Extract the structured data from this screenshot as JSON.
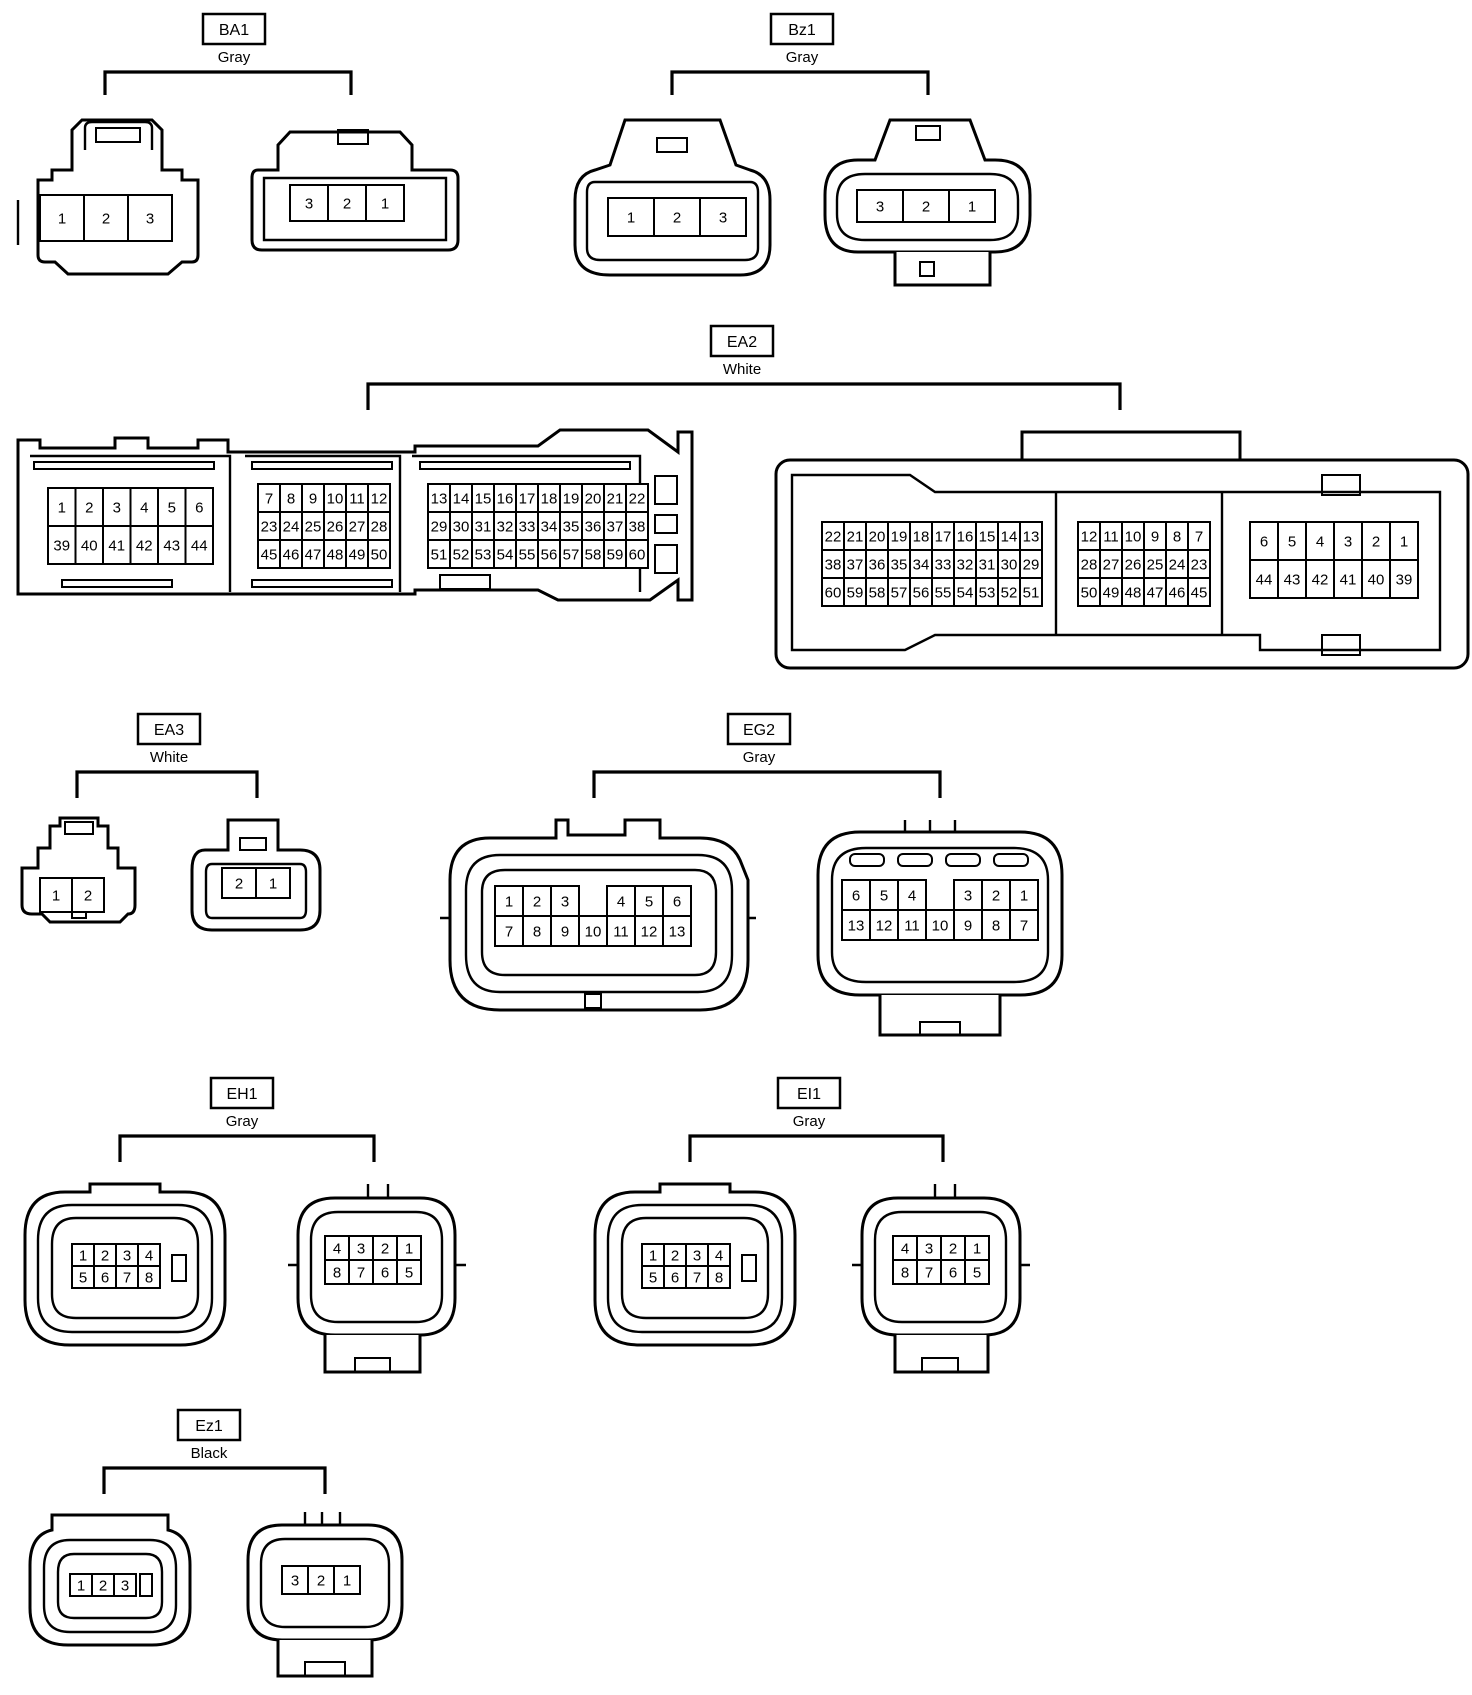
{
  "connectors": {
    "BA1": {
      "id": "BA1",
      "color": "Gray",
      "left": [
        [
          "1",
          "2",
          "3"
        ]
      ],
      "right": [
        [
          "3",
          "2",
          "1"
        ]
      ]
    },
    "Bz1": {
      "id": "Bz1",
      "color": "Gray",
      "left": [
        [
          "1",
          "2",
          "3"
        ]
      ],
      "right": [
        [
          "3",
          "2",
          "1"
        ]
      ]
    },
    "EA2": {
      "id": "EA2",
      "color": "White",
      "left_a": [
        [
          "1",
          "2",
          "3",
          "4",
          "5",
          "6"
        ],
        [
          "39",
          "40",
          "41",
          "42",
          "43",
          "44"
        ]
      ],
      "left_b": [
        [
          "7",
          "8",
          "9",
          "10",
          "11",
          "12"
        ],
        [
          "23",
          "24",
          "25",
          "26",
          "27",
          "28"
        ],
        [
          "45",
          "46",
          "47",
          "48",
          "49",
          "50"
        ]
      ],
      "left_c": [
        [
          "13",
          "14",
          "15",
          "16",
          "17",
          "18",
          "19",
          "20",
          "21",
          "22"
        ],
        [
          "29",
          "30",
          "31",
          "32",
          "33",
          "34",
          "35",
          "36",
          "37",
          "38"
        ],
        [
          "51",
          "52",
          "53",
          "54",
          "55",
          "56",
          "57",
          "58",
          "59",
          "60"
        ]
      ],
      "right_a": [
        [
          "22",
          "21",
          "20",
          "19",
          "18",
          "17",
          "16",
          "15",
          "14",
          "13"
        ],
        [
          "38",
          "37",
          "36",
          "35",
          "34",
          "33",
          "32",
          "31",
          "30",
          "29"
        ],
        [
          "60",
          "59",
          "58",
          "57",
          "56",
          "55",
          "54",
          "53",
          "52",
          "51"
        ]
      ],
      "right_b": [
        [
          "12",
          "11",
          "10",
          "9",
          "8",
          "7"
        ],
        [
          "28",
          "27",
          "26",
          "25",
          "24",
          "23"
        ],
        [
          "50",
          "49",
          "48",
          "47",
          "46",
          "45"
        ]
      ],
      "right_c": [
        [
          "6",
          "5",
          "4",
          "3",
          "2",
          "1"
        ],
        [
          "44",
          "43",
          "42",
          "41",
          "40",
          "39"
        ]
      ]
    },
    "EA3": {
      "id": "EA3",
      "color": "White",
      "left": [
        [
          "1",
          "2"
        ]
      ],
      "right": [
        [
          "2",
          "1"
        ]
      ]
    },
    "EG2": {
      "id": "EG2",
      "color": "Gray",
      "left": [
        [
          "1",
          "2",
          "3",
          "",
          "4",
          "5",
          "6"
        ],
        [
          "7",
          "8",
          "9",
          "10",
          "11",
          "12",
          "13"
        ]
      ],
      "right": [
        [
          "6",
          "5",
          "4",
          "",
          "3",
          "2",
          "1"
        ],
        [
          "13",
          "12",
          "11",
          "10",
          "9",
          "8",
          "7"
        ]
      ]
    },
    "EH1": {
      "id": "EH1",
      "color": "Gray",
      "left": [
        [
          "1",
          "2",
          "3",
          "4"
        ],
        [
          "5",
          "6",
          "7",
          "8"
        ]
      ],
      "right": [
        [
          "4",
          "3",
          "2",
          "1"
        ],
        [
          "8",
          "7",
          "6",
          "5"
        ]
      ]
    },
    "EI1": {
      "id": "EI1",
      "color": "Gray",
      "left": [
        [
          "1",
          "2",
          "3",
          "4"
        ],
        [
          "5",
          "6",
          "7",
          "8"
        ]
      ],
      "right": [
        [
          "4",
          "3",
          "2",
          "1"
        ],
        [
          "8",
          "7",
          "6",
          "5"
        ]
      ]
    },
    "Ez1": {
      "id": "Ez1",
      "color": "Black",
      "left": [
        [
          "1",
          "2",
          "3"
        ]
      ],
      "right": [
        [
          "3",
          "2",
          "1"
        ]
      ]
    }
  }
}
